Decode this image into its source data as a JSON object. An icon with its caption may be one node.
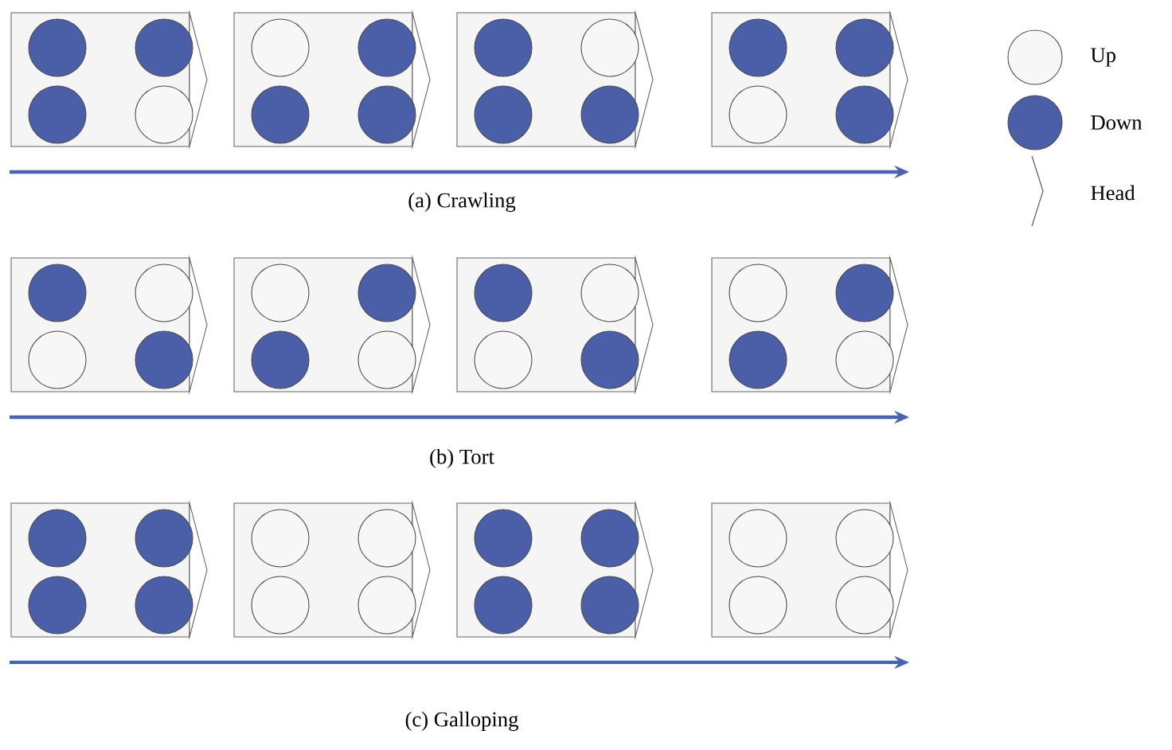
{
  "diagram": {
    "labels": [
      "(a) Crawling",
      "(b) Tort",
      "(c) Galloping"
    ],
    "legend": [
      {
        "text": "Up",
        "color": "#f7f7f7"
      },
      {
        "text": "Down",
        "color": "#4a5fa8"
      },
      {
        "text": "Head"
      }
    ]
  }
}
